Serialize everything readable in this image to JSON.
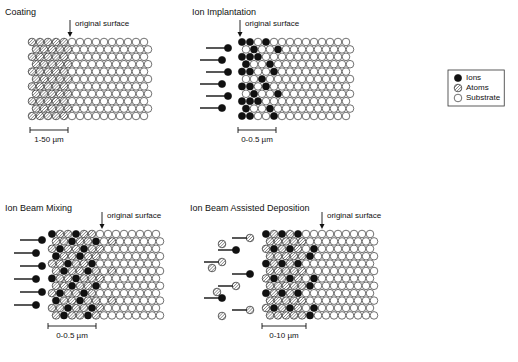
{
  "diagram": {
    "labels": [
      "Coating",
      "original surface",
      "1-50 µm",
      "Ion Implantation",
      "original surface",
      "0-0.5 µm",
      "Ion Beam Mixing",
      "original surface",
      "0-0.5 µm",
      "Ion Beam Assisted Deposition",
      "original surface",
      "0-10 µm"
    ],
    "legend": [
      {
        "text": "Ions"
      },
      {
        "text": "Atoms"
      },
      {
        "text": "Substrate"
      }
    ]
  }
}
